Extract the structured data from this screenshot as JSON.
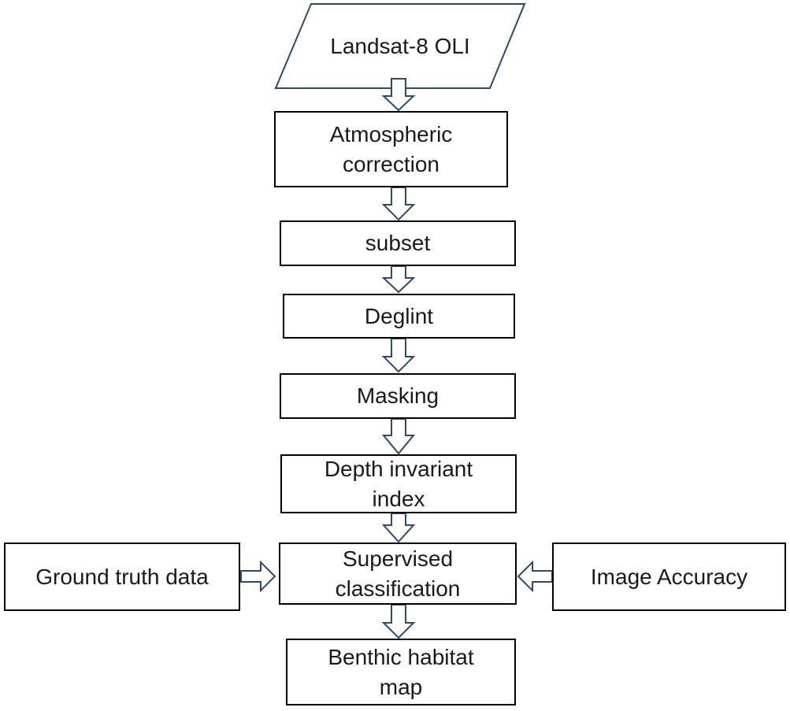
{
  "diagram": {
    "input": {
      "label": "Landsat-8 OLI"
    },
    "steps": [
      {
        "id": "atmospheric-correction",
        "lines": [
          "Atmospheric",
          "correction"
        ]
      },
      {
        "id": "subset",
        "lines": [
          "subset"
        ]
      },
      {
        "id": "deglint",
        "lines": [
          "Deglint"
        ]
      },
      {
        "id": "masking",
        "lines": [
          "Masking"
        ]
      },
      {
        "id": "depth-invariant-index",
        "lines": [
          "Depth invariant",
          "index"
        ]
      },
      {
        "id": "supervised-classification",
        "lines": [
          "Supervised",
          "classification"
        ]
      },
      {
        "id": "benthic-habitat-map",
        "lines": [
          "Benthic habitat",
          "map"
        ]
      }
    ],
    "side_inputs": {
      "left": {
        "label": "Ground truth data"
      },
      "right": {
        "label": "Image Accuracy"
      }
    },
    "colors": {
      "input_border": "#2e4a6b",
      "arrow_stroke": "#2e4a6b",
      "box_border": "#000000",
      "text": "#1a1a1a"
    }
  }
}
